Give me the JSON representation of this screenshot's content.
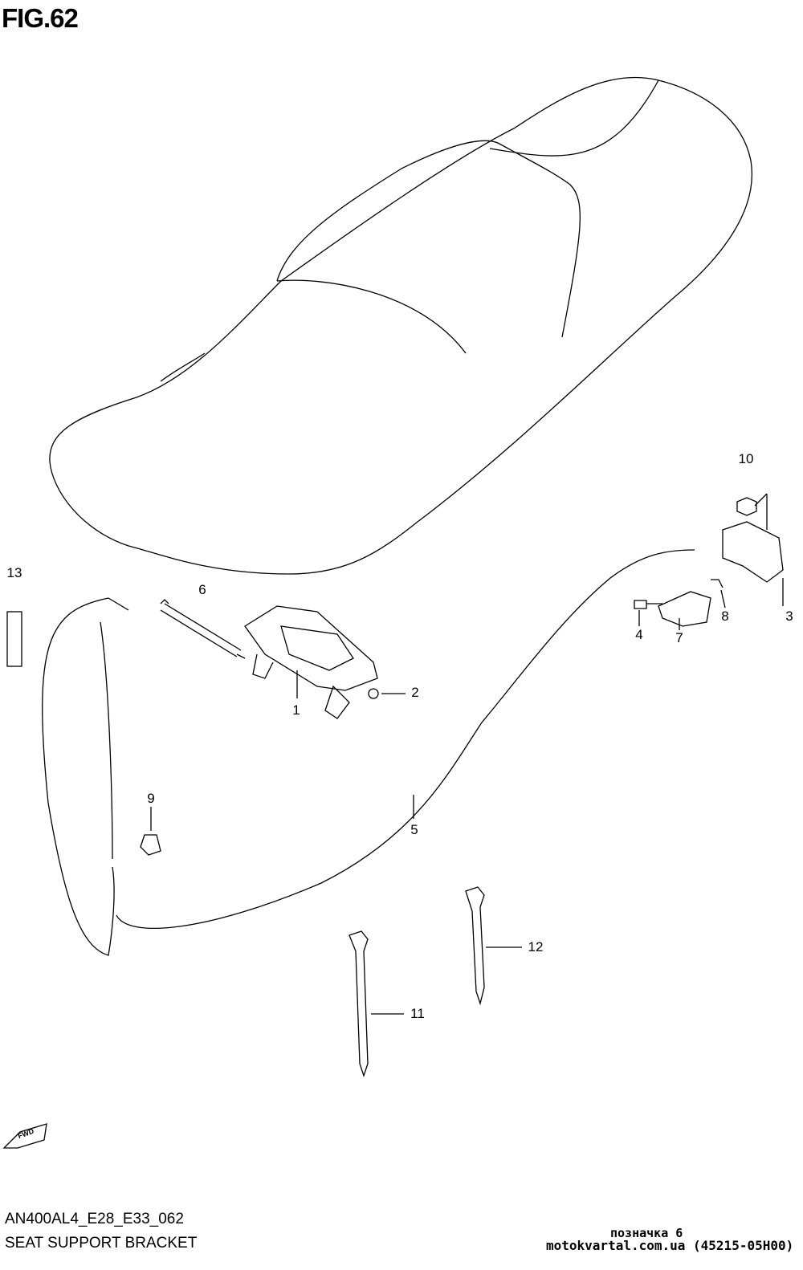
{
  "figure_number": "FIG.62",
  "callouts": [
    "1",
    "2",
    "3",
    "4",
    "5",
    "6",
    "7",
    "8",
    "9",
    "10",
    "11",
    "12",
    "13"
  ],
  "fwd_label": "FWD",
  "model_code": "AN400AL4_E28_E33_062",
  "section_title": "SEAT SUPPORT BRACKET",
  "watermark": {
    "line1": "позначка 6",
    "line2": "motokvartal.com.ua (45215-05H00)"
  }
}
